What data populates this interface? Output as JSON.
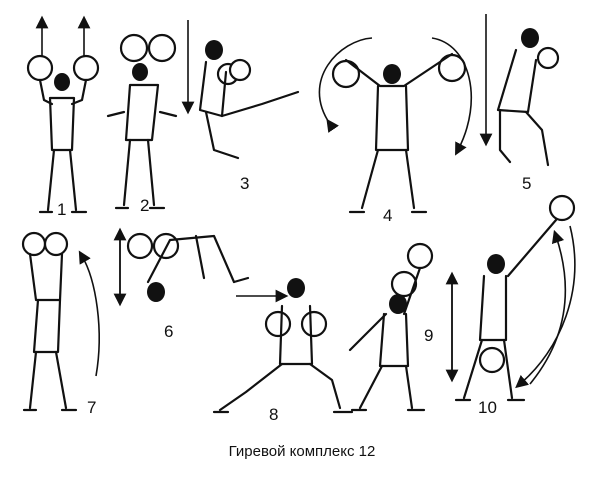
{
  "caption": "Гиревой комплекс 12",
  "exercises": [
    {
      "number": "1"
    },
    {
      "number": "2"
    },
    {
      "number": "3"
    },
    {
      "number": "4"
    },
    {
      "number": "5"
    },
    {
      "number": "6"
    },
    {
      "number": "7"
    },
    {
      "number": "8"
    },
    {
      "number": "9"
    },
    {
      "number": "10"
    }
  ],
  "colors": {
    "ink": "#111111",
    "paper": "#ffffff"
  }
}
